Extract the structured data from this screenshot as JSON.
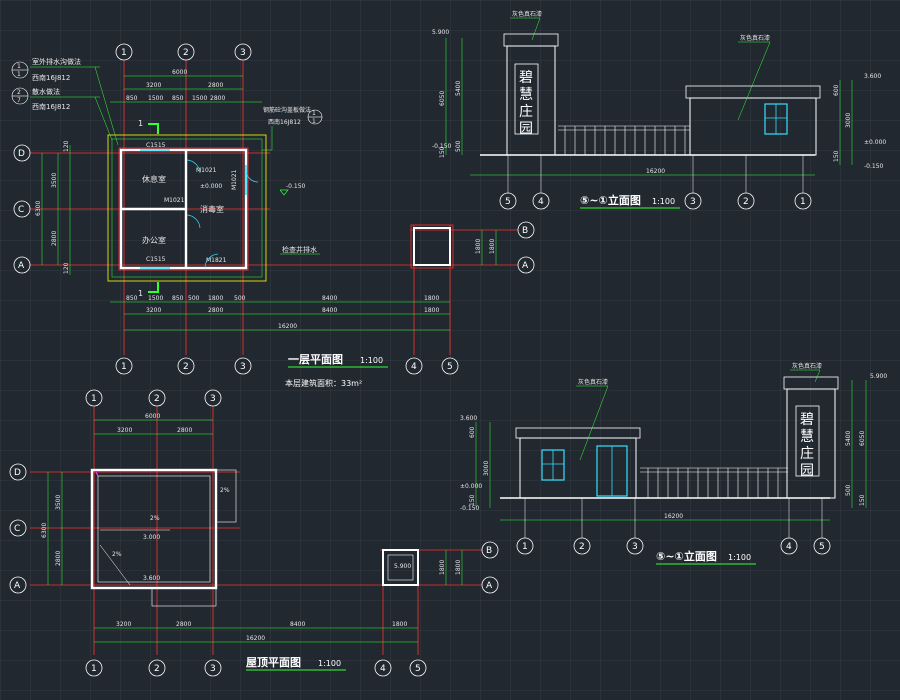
{
  "palette": {
    "background": "#212830",
    "grid_axis": "#ff3030",
    "wall": "#ffffff",
    "dim_line": "#33ff33",
    "window": "#33e0ff",
    "note": "#ffff00",
    "axis_circle": "#ffffff"
  },
  "plan": {
    "title": "一层平面图",
    "scale": "1:100",
    "area_note": "本层建筑面积：33m²",
    "axes_top": [
      "1",
      "2",
      "3"
    ],
    "axes_bottom": [
      "1",
      "2",
      "3",
      "4",
      "5"
    ],
    "axes_left": [
      "D",
      "C",
      "A"
    ],
    "axes_right": [
      "B",
      "A"
    ],
    "dims_top_total": "6000",
    "dims_top_mid": [
      "3200",
      "2800"
    ],
    "dims_top_detail": [
      "850",
      "1500",
      "850",
      "1500",
      "2800"
    ],
    "dims_left": [
      "3500",
      "2800"
    ],
    "dims_left_total": "6300",
    "dims_left_small": [
      "120",
      "120"
    ],
    "dims_bottom_detail": [
      "850",
      "1500",
      "850",
      "500",
      "1800",
      "500",
      "8400",
      "1800"
    ],
    "dims_bottom_mid": [
      "3200",
      "2800",
      "8400",
      "1800"
    ],
    "dims_bottom_total": "16200",
    "dims_right": [
      "1800",
      "1800"
    ],
    "rooms": [
      "休息室",
      "办公室",
      "消毒室"
    ],
    "doors": [
      "M1021",
      "M1021",
      "M1821",
      "M1021"
    ],
    "windows": [
      "C1515",
      "C1515"
    ],
    "levels": [
      "±0.000",
      "-0.150"
    ],
    "notes": [
      "室外排水沟做法",
      "西南16J812",
      "散水做法",
      "西南16J812",
      "钢筋砼沟盖板做法",
      "西南16J812",
      "检查井排水"
    ],
    "detail_tags": [
      "1",
      "1",
      "2",
      "7",
      "1",
      "1"
    ],
    "section": [
      "1",
      "1"
    ]
  },
  "roof": {
    "title": "屋顶平面图",
    "scale": "1:100",
    "axes_top": [
      "1",
      "2",
      "3"
    ],
    "axes_bottom": [
      "1",
      "2",
      "3",
      "4",
      "5"
    ],
    "axes_left": [
      "D",
      "C",
      "A"
    ],
    "axes_right": [
      "B",
      "A"
    ],
    "dims_top_total": "6000",
    "dims_top_mid": [
      "3200",
      "2800"
    ],
    "dims_left": [
      "3500",
      "2800"
    ],
    "dims_left_total": "6300",
    "dims_right": [
      "1800",
      "1800"
    ],
    "dims_bottom": [
      "3200",
      "2800",
      "8400",
      "1800"
    ],
    "dims_bottom_total": "16200",
    "slopes": [
      "2%",
      "2%",
      "2%"
    ],
    "levels": [
      "3.000",
      "3.600",
      "5.900"
    ]
  },
  "elev1": {
    "title": "⑤~①立面图",
    "scale": "1:100",
    "axes": [
      "5",
      "4",
      "3",
      "2",
      "1"
    ],
    "total": "16200",
    "levels_left": [
      "5.900",
      "-0.150"
    ],
    "levels_right": [
      "3.600",
      "±0.000",
      "-0.150"
    ],
    "dims_left": [
      "6050",
      "5400",
      "500",
      "150"
    ],
    "dims_right": [
      "600",
      "3000",
      "150"
    ],
    "notes": [
      "灰色真石漆",
      "灰色真石漆"
    ],
    "sign": [
      "碧",
      "慧",
      "庄",
      "园"
    ]
  },
  "elev2": {
    "title": "⑤~①立面图",
    "scale": "1:100",
    "axes": [
      "1",
      "2",
      "3",
      "4",
      "5"
    ],
    "total": "16200",
    "levels_left": [
      "3.600",
      "±0.000",
      "-0.150"
    ],
    "levels_right": [
      "5.900"
    ],
    "dims_left": [
      "600",
      "3000",
      "150"
    ],
    "dims_right": [
      "5400",
      "6050",
      "500",
      "150"
    ],
    "notes": [
      "灰色真石漆",
      "灰色真石漆"
    ],
    "sign": [
      "碧",
      "慧",
      "庄",
      "园"
    ]
  }
}
